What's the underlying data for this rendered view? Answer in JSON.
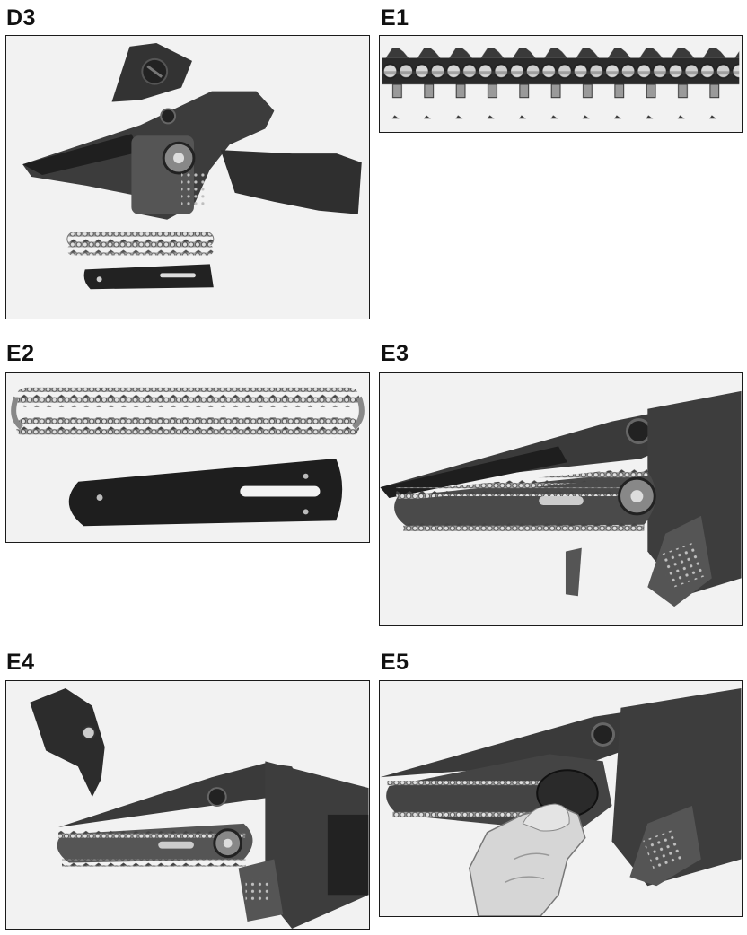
{
  "figures": [
    {
      "id": "d3",
      "label": "D3",
      "icon": "chainsaw-disassembled-parts"
    },
    {
      "id": "e1",
      "label": "E1",
      "icon": "saw-chain-closeup"
    },
    {
      "id": "e2",
      "label": "E2",
      "icon": "saw-chain-and-guide-bar"
    },
    {
      "id": "e3",
      "label": "E3",
      "icon": "chain-mounted-on-bar"
    },
    {
      "id": "e4",
      "label": "E4",
      "icon": "chain-cover-removed"
    },
    {
      "id": "e5",
      "label": "E5",
      "icon": "hand-tightening-knob"
    }
  ],
  "colors": {
    "frame": "#1b1b1b",
    "background": "#f2f2f2",
    "tool_dark": "#2e2e2e",
    "tool_mid": "#4a4a4a",
    "chain": "#8a8a8a"
  }
}
